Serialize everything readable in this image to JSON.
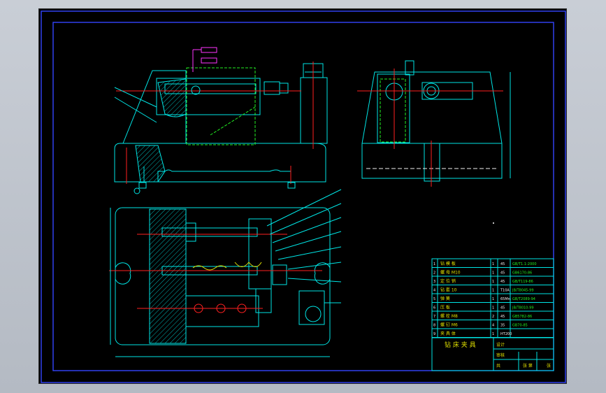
{
  "title_block": {
    "drawing_title": "钻 床 夹 具",
    "sig_labels": [
      "设计",
      "审核"
    ],
    "bottom_right": [
      "共",
      "张 第",
      "张"
    ],
    "bom_rows": [
      {
        "no": "1",
        "name": "钻 模 板",
        "qty": "1",
        "mat": "45",
        "std": "GB/T1.1-2000"
      },
      {
        "no": "2",
        "name": "螺 母 M10",
        "qty": "1",
        "mat": "45",
        "std": "GB6170-86"
      },
      {
        "no": "3",
        "name": "定 位 销",
        "qty": "1",
        "mat": "45",
        "std": "GB/T119-86"
      },
      {
        "no": "4",
        "name": "钻 套 10",
        "qty": "1",
        "mat": "T10A",
        "std": "JB/T8045-99"
      },
      {
        "no": "5",
        "name": "弹 簧",
        "qty": "1",
        "mat": "65Mn",
        "std": "GB/T2089-94"
      },
      {
        "no": "6",
        "name": "压 板",
        "qty": "1",
        "mat": "45",
        "std": "JB/T8010-99"
      },
      {
        "no": "7",
        "name": "螺 栓 M8",
        "qty": "2",
        "mat": "45",
        "std": "GB5782-86"
      },
      {
        "no": "8",
        "name": "螺 钉 M6",
        "qty": "4",
        "mat": "35",
        "std": "GB70-85"
      },
      {
        "no": "9",
        "name": "夹 具 体",
        "qty": "1",
        "mat": "HT200",
        "std": ""
      }
    ]
  },
  "colors": {
    "background": "#000000",
    "outline": "#00e5e5",
    "frame": "#3344ff",
    "centerline": "#ff2020",
    "hidden": "#22ee22",
    "title_text": "#e0e000"
  }
}
